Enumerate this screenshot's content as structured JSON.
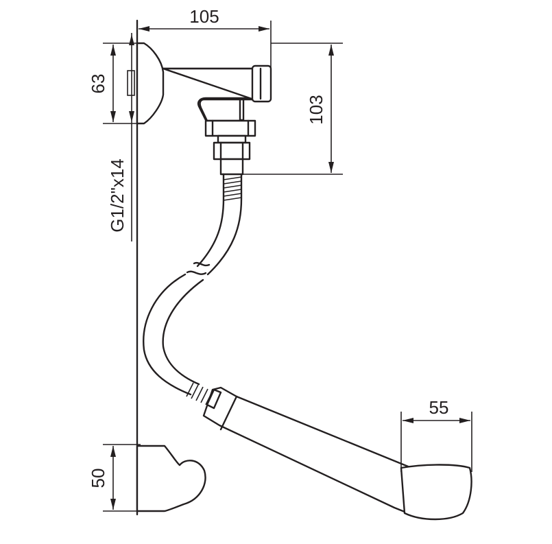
{
  "dimensions": {
    "top_width": "105",
    "body_height": "63",
    "outlet_drop": "103",
    "thread": "G1/2\"x14",
    "hand_shower_head_width": "55",
    "holder_height": "50"
  },
  "colors": {
    "line": "#231f20",
    "background": "#ffffff"
  }
}
